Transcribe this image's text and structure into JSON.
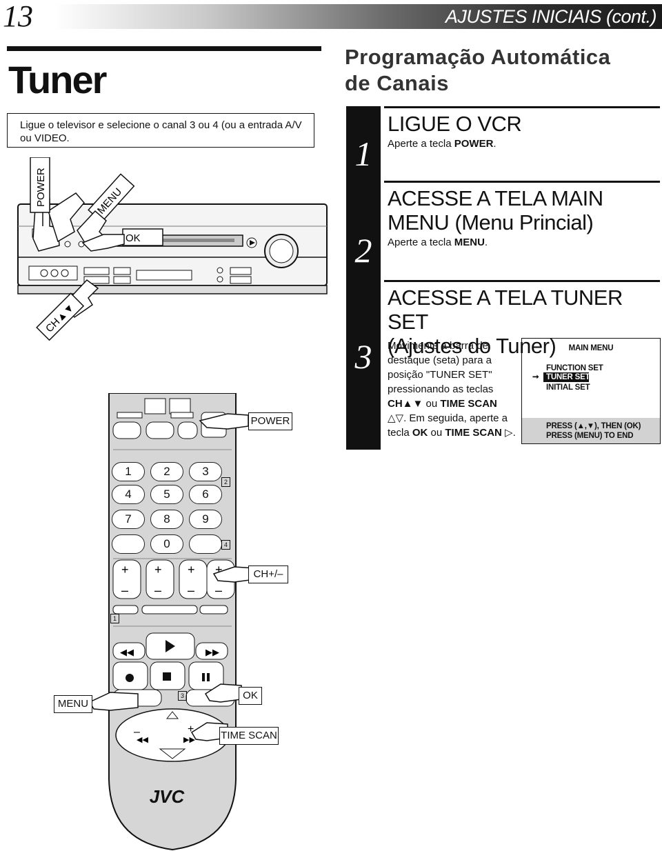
{
  "header": {
    "page_number": "13",
    "section": "AJUSTES INICIAIS (cont.)"
  },
  "left": {
    "title": "Tuner",
    "intro": "Ligue o televisor e selecione o canal 3 ou 4 (ou a entrada A/V ou VIDEO."
  },
  "right": {
    "section_title_1": "Programação Automática",
    "section_title_2": "de Canais",
    "steps": [
      {
        "number": "1",
        "heading_1": "LIGUE O VCR",
        "body_pre": "Aperte a tecla ",
        "body_bold": "POWER",
        "body_post": "."
      },
      {
        "number": "2",
        "heading_1": "ACESSE A TELA MAIN",
        "heading_2": "MENU (Menu Princial)",
        "body_pre": "Aperte a tecla ",
        "body_bold": "MENU",
        "body_post": "."
      },
      {
        "number": "3",
        "heading_1": "ACESSE A TELA TUNER SET",
        "heading_2": "(Ajustes do Tuner)",
        "body_lines": [
          "Movimente a barra de",
          "destaque (seta) para a",
          "posição \"TUNER SET\"",
          "pressionando as teclas"
        ],
        "line5_bold_a": "CH▲▼",
        "line5_mid": " ou ",
        "line5_bold_b": "TIME SCAN",
        "line6": "△▽. Em seguida, aperte a",
        "line7_pre": "tecla ",
        "line7_bold_a": "OK",
        "line7_mid": " ou ",
        "line7_bold_b": "TIME SCAN",
        "line7_post": " ▷."
      }
    ]
  },
  "menu_screen": {
    "title": "MAIN MENU",
    "items": [
      "FUNCTION SET",
      "TUNER SET",
      "INITIAL SET"
    ],
    "selected_index": 1,
    "cursor": "➞",
    "footer_1": "PRESS (▲,▼), THEN (OK)",
    "footer_2": "PRESS (MENU) TO END"
  },
  "vcr_labels": {
    "power": "POWER",
    "menu": "MENU",
    "ok": "OK",
    "ch": "CH▲▼"
  },
  "remote_labels": {
    "power": "POWER",
    "ch": "CH+/–",
    "menu": "MENU",
    "ok": "OK",
    "time_scan": "TIME SCAN",
    "brand": "JVC",
    "keys": [
      "1",
      "2",
      "3",
      "4",
      "5",
      "6",
      "7",
      "8",
      "9",
      "0"
    ],
    "step_tags": [
      "2",
      "4",
      "1",
      "3"
    ]
  }
}
